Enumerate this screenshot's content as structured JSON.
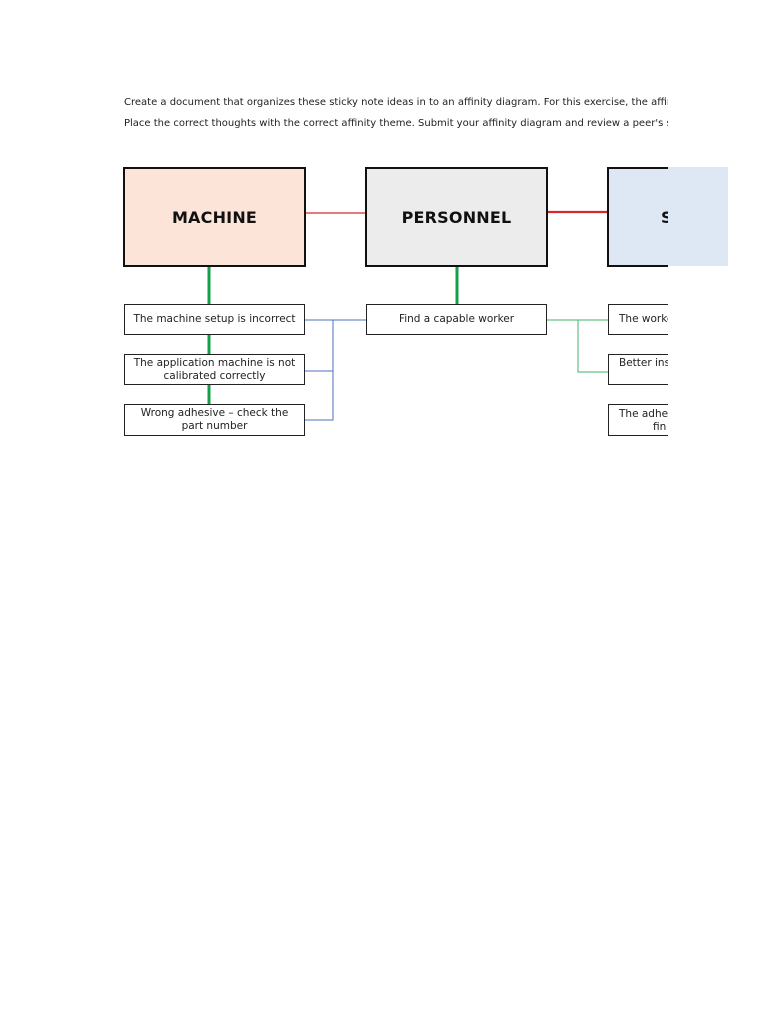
{
  "instructions": {
    "line1": "Create a document that organizes these sticky note ideas in to an affinity diagram. For this exercise, the affinity",
    "line2": "Place the correct thoughts with the correct affinity theme. Submit your affinity diagram and review a peer's submission"
  },
  "themes": {
    "machine": "MACHINE",
    "personnel": "PERSONNEL",
    "third": "S"
  },
  "notes": {
    "machine": [
      "The machine setup is incorrect",
      "The application machine is not calibrated correctly",
      "Wrong adhesive – check the part number"
    ],
    "personnel": [
      "Find a capable worker"
    ],
    "third": [
      "The worke",
      "Better ins",
      "The adhes",
      "fin"
    ]
  },
  "colors": {
    "machine_fill": "#fce5d8",
    "personnel_fill": "#ececec",
    "third_fill": "#dde8f4",
    "connector_red": "#d62a2a",
    "connector_green": "#14a04a",
    "connector_blue": "#4a72c4",
    "connector_lightgreen": "#3fb565"
  }
}
